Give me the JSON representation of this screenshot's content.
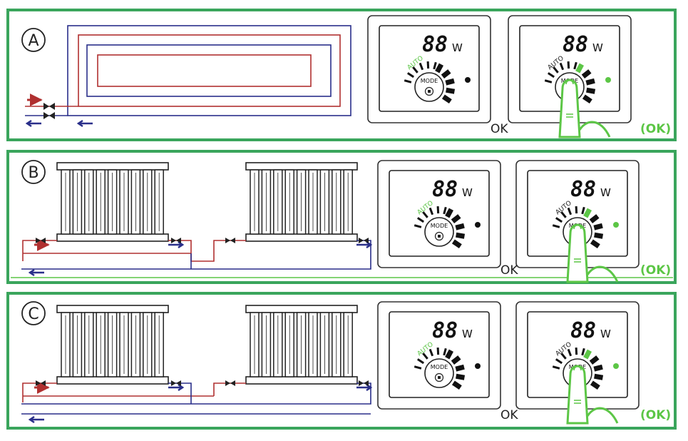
{
  "panels": [
    {
      "label": "A",
      "system": "underfloor"
    },
    {
      "label": "B",
      "system": "radiators-single-pipe"
    },
    {
      "label": "C",
      "system": "radiators-two-pipe"
    }
  ],
  "thermostat": {
    "digits": "88",
    "unit": "W",
    "auto_label": "AUTO",
    "mode_label": "MODE"
  },
  "captions": {
    "ok": "OK",
    "ok_highlight": "(OK)"
  },
  "colors": {
    "frame": "#3aa55c",
    "accent": "#5cc646",
    "supply": "#b03030",
    "return": "#2a2f8a"
  }
}
